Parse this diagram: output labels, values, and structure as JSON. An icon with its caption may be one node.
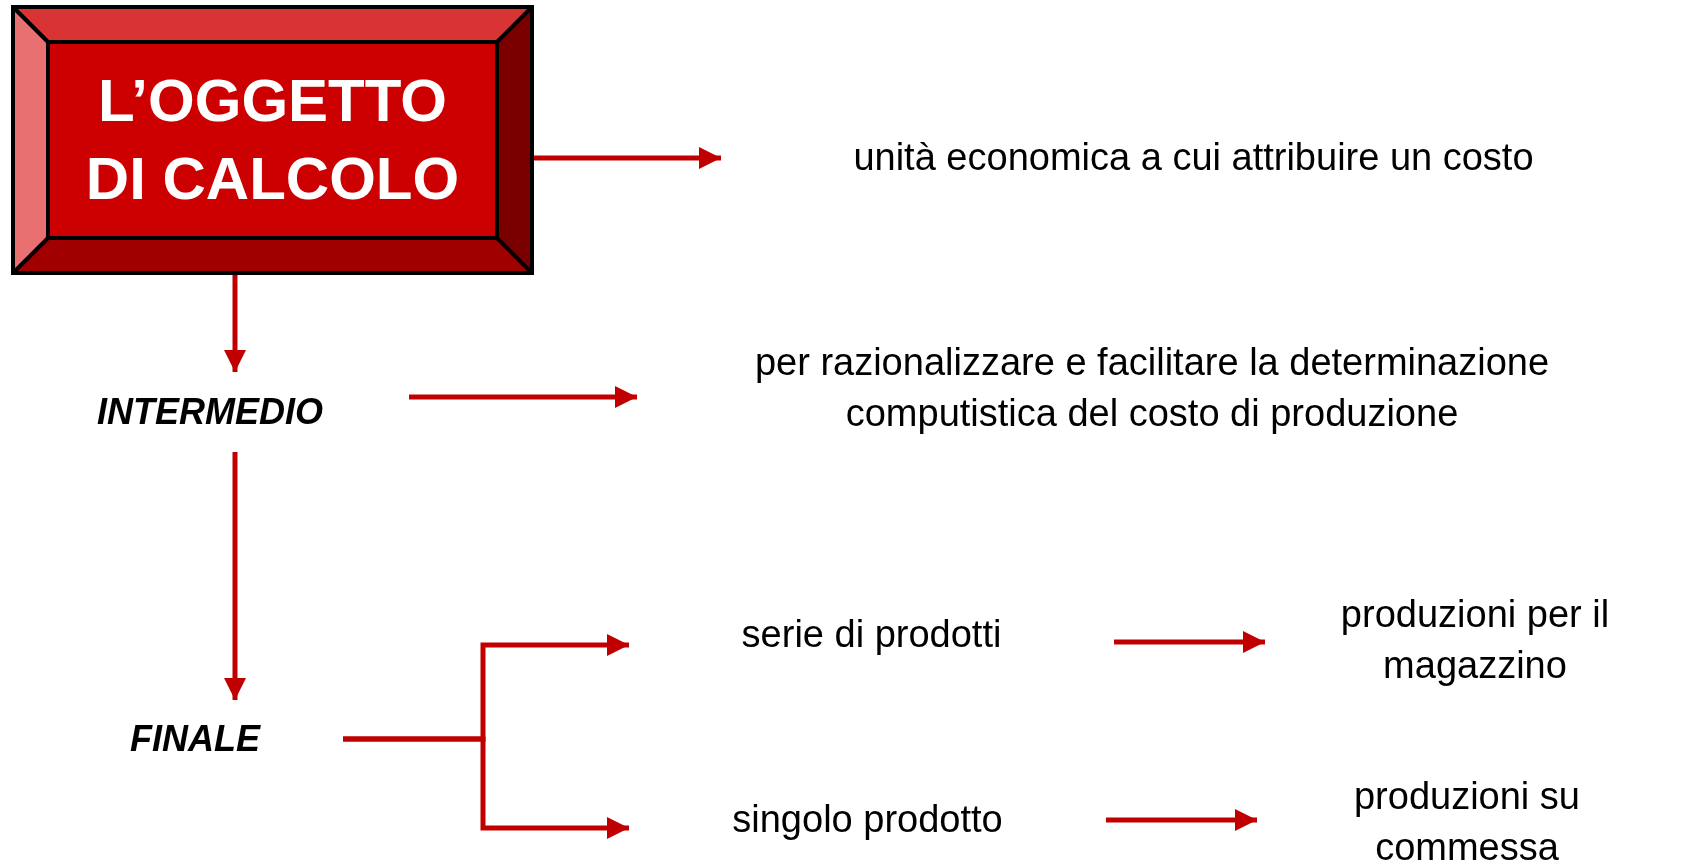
{
  "diagram": {
    "nodes": [
      {
        "text": [
          "L’OGGETTO DI CALCOLO"
        ]
      },
      {
        "text": [
          "unità economica a cui attribuire un costo"
        ]
      },
      {
        "text": [
          "INTERMEDIO"
        ]
      },
      {
        "text": [
          "per razionalizzare e facilitare la determinazione computistica del costo di produzione"
        ]
      },
      {
        "text": [
          "FINALE"
        ]
      },
      {
        "text": [
          "serie di prodotti"
        ]
      },
      {
        "text": [
          "singolo prodotto"
        ]
      },
      {
        "text": [
          "produzioni per il magazzino"
        ]
      },
      {
        "text": [
          "produzioni su commessa"
        ]
      }
    ],
    "edges": [
      {
        "from": 0,
        "to": 1,
        "arrow": "to"
      },
      {
        "from": 0,
        "to": 2,
        "arrow": "to"
      },
      {
        "from": 2,
        "to": 3,
        "arrow": "to"
      },
      {
        "from": 2,
        "to": 4,
        "arrow": "to"
      },
      {
        "from": 4,
        "to": 5,
        "arrow": "to"
      },
      {
        "from": 4,
        "to": 6,
        "arrow": "to"
      },
      {
        "from": 5,
        "to": 7,
        "arrow": "to"
      },
      {
        "from": 6,
        "to": 8,
        "arrow": "to"
      }
    ]
  }
}
